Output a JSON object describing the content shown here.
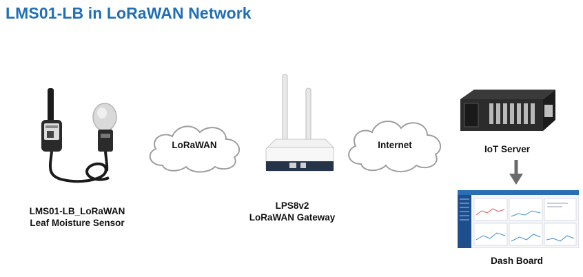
{
  "title": "LMS01-LB in LoRaWAN Network",
  "nodes": {
    "sensor": {
      "line1": "LMS01-LB_LoRaWAN",
      "line2": "Leaf Moisture Sensor"
    },
    "gateway": {
      "line1": "LPS8v2",
      "line2": "LoRaWAN Gateway"
    },
    "server": {
      "label": "IoT Server"
    },
    "dashboard": {
      "label": "Dash Board"
    }
  },
  "clouds": {
    "lorawan": "LoRaWAN",
    "internet": "Internet"
  },
  "colors": {
    "title": "#1f6fb5",
    "arrow": "#6b6b6b",
    "dashboard_sidebar": "#1e4f8c"
  }
}
